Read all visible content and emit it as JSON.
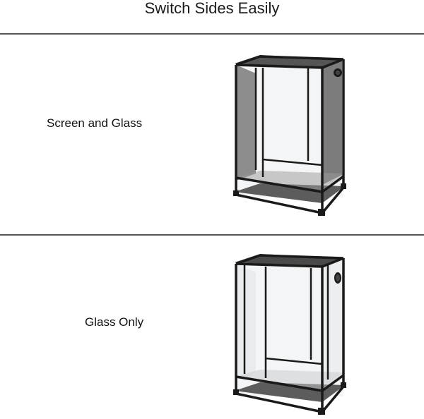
{
  "header": {
    "title": "Switch Sides Easily"
  },
  "options": [
    {
      "label": "Screen and Glass",
      "image": "enclosure-screen-glass"
    },
    {
      "label": "Glass Only",
      "image": "enclosure-glass-only"
    }
  ],
  "colors": {
    "divider": "#555555",
    "frame": "#1a1a1a",
    "mesh": "#6e6e6e",
    "base": "#5a5a5a",
    "glass": "#eef0f1"
  }
}
